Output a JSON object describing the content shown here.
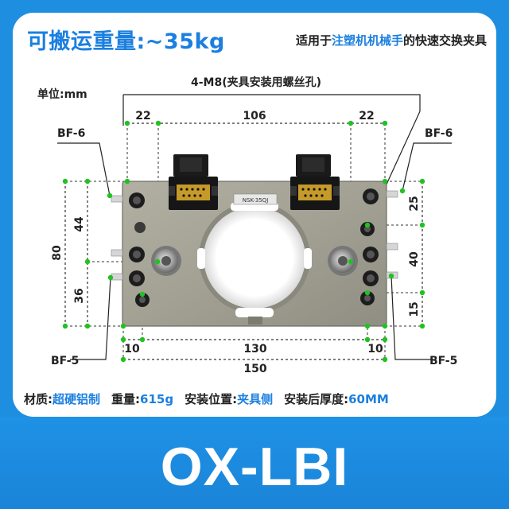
{
  "header": {
    "capacity": "可搬运重量:~35kg",
    "application_pre": "适用于",
    "application_highlight": "注塑机机械手",
    "application_post": "的快速交换夹具"
  },
  "drawing": {
    "unit_label": "单位:mm",
    "screw_note": "4-M8(夹具安装用螺丝孔)",
    "plate_label": "NSK-35QJ",
    "dimensions": {
      "top_left": "22",
      "top_middle": "106",
      "top_right": "22",
      "left_overall": "80",
      "left_upper": "44",
      "left_lower": "36",
      "right_top": "25",
      "right_mid": "40",
      "right_low": "15",
      "bottom_left": "10",
      "bottom_middle": "130",
      "bottom_right": "10",
      "bottom_overall": "150"
    },
    "ports": {
      "bf6_left": "BF-6",
      "bf6_right": "BF-6",
      "bf5_left": "BF-5",
      "bf5_right": "BF-5"
    }
  },
  "specs": {
    "material_label": "材质:",
    "material_value": "超硬铝制",
    "weight_label": "重量:",
    "weight_value": "615g",
    "position_label": "安装位置:",
    "position_value": "夹具侧",
    "thickness_label": "安装后厚度:",
    "thickness_value": "60MM"
  },
  "footer": {
    "model": "OX-LBI"
  },
  "colors": {
    "brand_blue": "#1b7fe0",
    "dimension_dot": "#22c122",
    "plate_grey": "#a3a294"
  }
}
